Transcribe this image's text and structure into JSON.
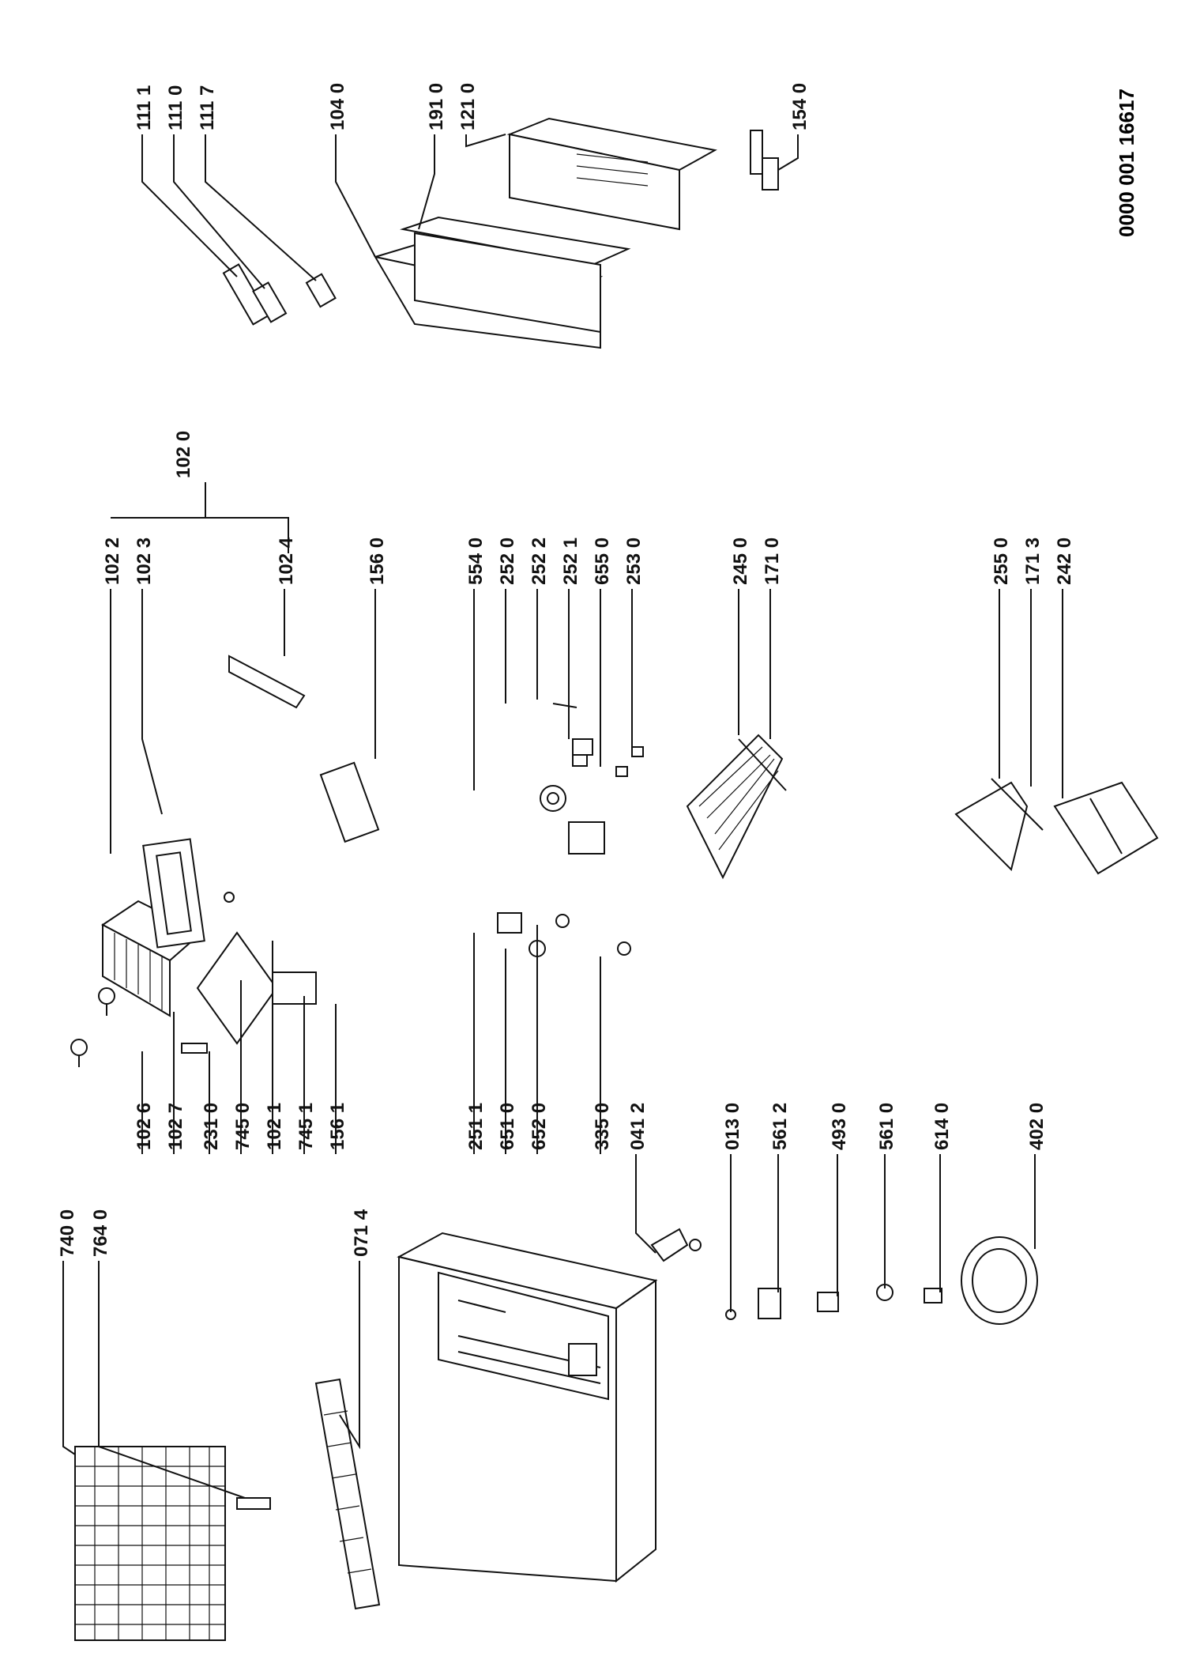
{
  "document_id": "0000 001 16617",
  "labels": {
    "l7400": "740 0",
    "l7640": "764 0",
    "l0714": "071 4",
    "l1026": "102 6",
    "l1027": "102 7",
    "l2310": "231 0",
    "l7450": "745 0",
    "l1021": "102 1",
    "l7451": "745 1",
    "l1561": "156 1",
    "l2511": "251 1",
    "l6510": "651 0",
    "l6520": "652 0",
    "l3350": "335 0",
    "l0412": "041 2",
    "l0130": "013 0",
    "l5612": "561 2",
    "l4930": "493 0",
    "l5610": "561 0",
    "l6140": "614 0",
    "l4020": "402 0",
    "l1022": "102 2",
    "l1023": "102 3",
    "l1024": "102 4",
    "l1020": "102 0",
    "l1560": "156 0",
    "l5540": "554 0",
    "l2520": "252 0",
    "l2522": "252 2",
    "l2521": "252 1",
    "l6550": "655 0",
    "l2530": "253 0",
    "l2450": "245 0",
    "l1710": "171 0",
    "l2550": "255 0",
    "l1713": "171 3",
    "l2420": "242 0",
    "l1111": "111 1",
    "l1110": "111 0",
    "l1117": "111 7",
    "l1040": "104 0",
    "l1910": "191 0",
    "l1210": "121 0",
    "l1540": "154 0"
  }
}
